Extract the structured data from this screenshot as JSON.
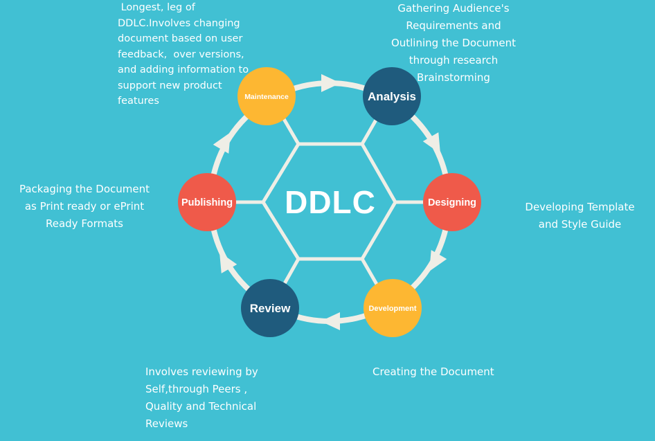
{
  "center": {
    "title": "DDLC"
  },
  "colors": {
    "background": "#41c0d3",
    "ring": "#efeee6",
    "navy": "#1f5b7d",
    "red": "#ef5a4a",
    "yellow": "#fdb732",
    "text": "#ffffff"
  },
  "stages": [
    {
      "id": "analysis",
      "label": "Analysis",
      "color": "navy",
      "description": "Gathering Audience's\nRequirements and\nOutlining the Document\nthrough research\nBrainstorming"
    },
    {
      "id": "designing",
      "label": "Designing",
      "color": "red",
      "description": "Developing Template\nand Style Guide"
    },
    {
      "id": "development",
      "label": "Development",
      "color": "yellow",
      "description": "Creating the Document"
    },
    {
      "id": "review",
      "label": "Review",
      "color": "navy",
      "description": "Involves reviewing by\nSelf,through Peers ,\nQuality and Technical\nReviews"
    },
    {
      "id": "publishing",
      "label": "Publishing",
      "color": "red",
      "description": "Packaging the Document\nas Print ready or ePrint\nReady Formats"
    },
    {
      "id": "maintenance",
      "label": "Maintenance",
      "color": "yellow",
      "description": " Longest, leg of\nDDLC.Involves changing\ndocument based on user\nfeedback,  over versions,\nand adding information to\nsupport new product\nfeatures"
    }
  ]
}
